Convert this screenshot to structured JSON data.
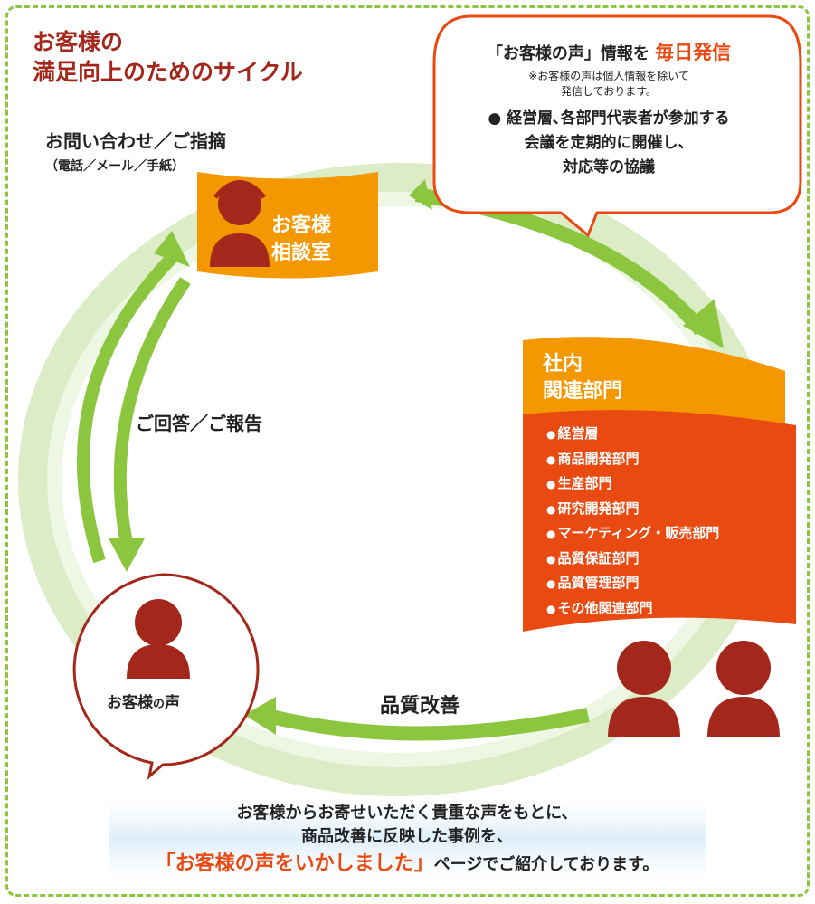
{
  "title": {
    "line1": "お客様の",
    "line2": "満足向上のためのサイクル"
  },
  "contact": {
    "main": "お問い合わせ／ご指摘",
    "channels": "（電話／メール／手紙）"
  },
  "center": {
    "line1": "お客様",
    "line2": "相談室"
  },
  "bubble": {
    "line1_prefix": "「お客様の声」情報を",
    "line1_highlight": "毎日発信",
    "note_line1": "※お客様の声は個人情報を除いて",
    "note_line2": "発信しております。",
    "item_line1": "● 経営層､各部門代表者が参加する",
    "item_line2": "会議を定期的に開催し、",
    "item_line3": "対応等の協議"
  },
  "departments": {
    "title_line1": "社内",
    "title_line2": "関連部門",
    "items": [
      "経営層",
      "商品開発部門",
      "生産部門",
      "研究開発部門",
      "マーケティング・販売部門",
      "品質保証部門",
      "品質管理部門",
      "その他関連部門"
    ]
  },
  "reply_label": "ご回答／ご報告",
  "improve_label": "品質改善",
  "voice": {
    "main": "お客様",
    "particle": "の",
    "end": "声"
  },
  "bottom": {
    "line1": "お客様からお寄せいただく貴重な声をもとに、",
    "line2": "商品改善に反映した事例を、",
    "highlight": "「お客様の声をいかしました」",
    "line3_rest": "ページでご紹介しております。"
  },
  "colors": {
    "title": "#a4271c",
    "accent_orange": "#f39800",
    "accent_red": "#e84a12",
    "arrow_green": "#8cc63f",
    "person": "#a4271c"
  }
}
